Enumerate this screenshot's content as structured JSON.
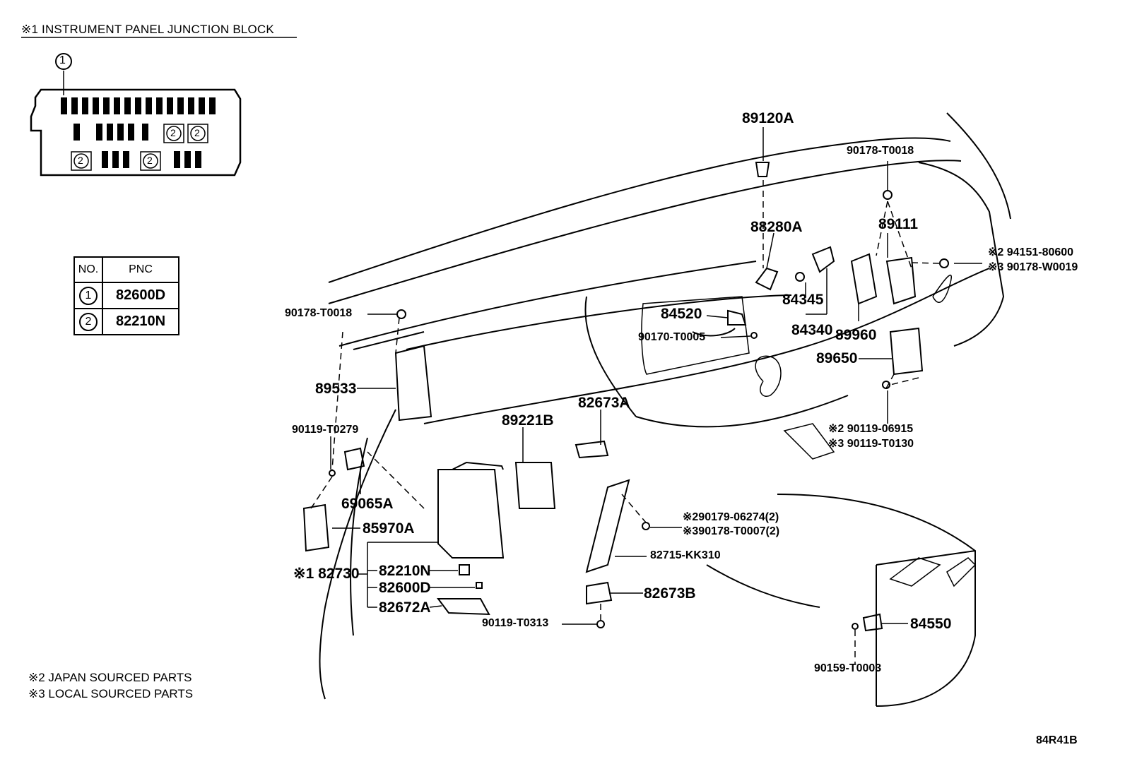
{
  "junction_block": {
    "title": "※1 INSTRUMENT PANEL JUNCTION BLOCK",
    "marker_1": "1",
    "marker_2": "2"
  },
  "pnc_table": {
    "headers": [
      "NO.",
      "PNC"
    ],
    "rows": [
      {
        "no": "1",
        "pnc": "82600D"
      },
      {
        "no": "2",
        "pnc": "82210N"
      }
    ]
  },
  "footnotes": {
    "note2": "※2 JAPAN SOURCED PARTS",
    "note3": "※3 LOCAL SOURCED PARTS"
  },
  "diagram_code": "84R41B",
  "part_labels": {
    "p89120A": "89120A",
    "p90178T0018_top": "90178-T0018",
    "p89111": "89111",
    "p88280A": "88280A",
    "p94151": "※2 94151-80600",
    "p90178W0019": "※3 90178-W0019",
    "p90178T0018_left": "90178-T0018",
    "p84520": "84520",
    "p84345": "84345",
    "p90170T0005": "90170-T0005",
    "p84340": "84340",
    "p89960": "89960",
    "p89650": "89650",
    "p89533": "89533",
    "p82673A": "82673A",
    "p89221B": "89221B",
    "p90119T0279": "90119-T0279",
    "p90119_06915": "※2 90119-06915",
    "p90119T0130": "※3 90119-T0130",
    "p69065A": "69065A",
    "p85970A": "85970A",
    "p90179_06274": "※290179-06274(2)",
    "p90178T0007": "※390178-T0007(2)",
    "p82715": "82715-KK310",
    "p82730": "※1 82730",
    "p82210N": "82210N",
    "p82600D": "82600D",
    "p82673B": "82673B",
    "p82672A": "82672A",
    "p90119T0313": "90119-T0313",
    "p84550": "84550",
    "p90159T0003": "90159-T0003"
  }
}
